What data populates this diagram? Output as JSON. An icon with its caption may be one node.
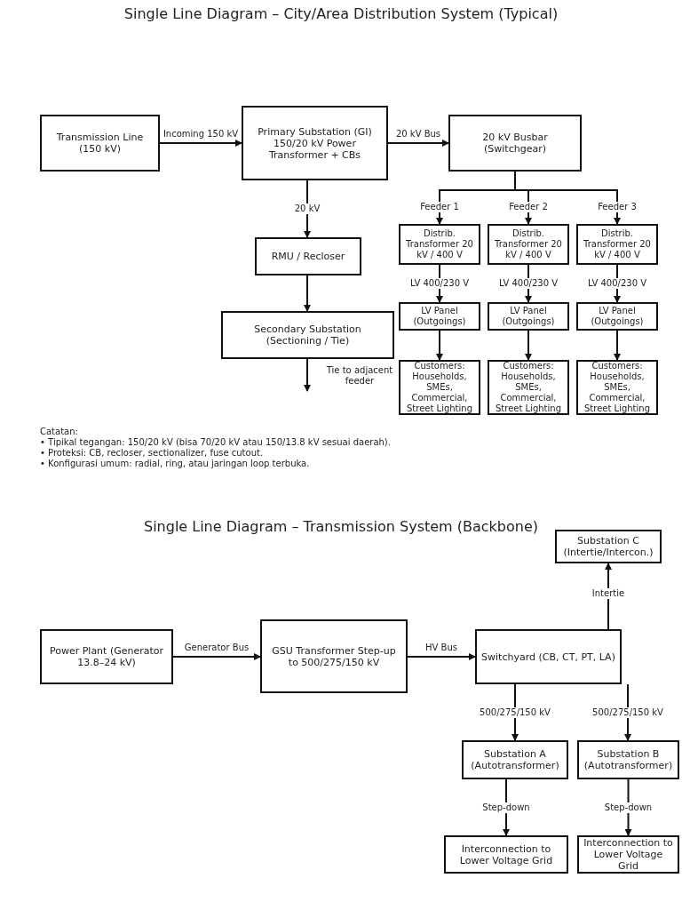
{
  "diagram": {
    "title": "Single Line Diagram – City/Area Distribution System (Typical)",
    "nodes": [
      {
        "text": [
          "Transmission Line (150 kV)"
        ]
      },
      {
        "text": [
          "Primary Substation (GI) 150/20 kV Power Transformer + CBs"
        ]
      },
      {
        "text": [
          "20 kV Busbar (Switchgear)"
        ]
      },
      {
        "text": [
          "RMU / Recloser"
        ]
      },
      {
        "text": [
          "Secondary Substation (Sectioning / Tie)"
        ]
      },
      {
        "text": [
          "Distrib. Transformer 20 kV / 400 V"
        ]
      },
      {
        "text": [
          "Distrib. Transformer 20 kV / 400 V"
        ]
      },
      {
        "text": [
          "Distrib. Transformer 20 kV / 400 V"
        ]
      },
      {
        "text": [
          "LV Panel (Outgoings)"
        ]
      },
      {
        "text": [
          "LV Panel (Outgoings)"
        ]
      },
      {
        "text": [
          "LV Panel (Outgoings)"
        ]
      },
      {
        "text": [
          "Customers: Households, SMEs, Commercial, Street Lighting"
        ]
      },
      {
        "text": [
          "Customers: Households, SMEs, Commercial, Street Lighting"
        ]
      },
      {
        "text": [
          "Customers: Households, SMEs, Commercial, Street Lighting"
        ]
      },
      {
        "text": [
          "Substation C (Intertie/Intercon.)"
        ]
      },
      {
        "text": [
          "Power Plant (Generator 13.8–24 kV)"
        ]
      },
      {
        "text": [
          "GSU Transformer Step-up to 500/275/150 kV"
        ]
      },
      {
        "text": [
          "Switchyard (CB, CT, PT, LA)"
        ]
      },
      {
        "text": [
          "Substation A (Autotransformer)"
        ]
      },
      {
        "text": [
          "Substation B (Autotransformer)"
        ]
      },
      {
        "text": [
          "Interconnection to Lower Voltage Grid"
        ]
      },
      {
        "text": [
          "Interconnection to Lower Voltage Grid"
        ]
      }
    ],
    "edges": [
      {
        "from": 0,
        "to": 1,
        "arrow": "to",
        "label": "Incoming 150 kV"
      },
      {
        "from": 1,
        "to": 2,
        "arrow": "to",
        "label": "20 kV Bus"
      },
      {
        "from": 1,
        "to": 3,
        "arrow": "to",
        "label": "20 kV"
      },
      {
        "from": 3,
        "to": 4,
        "arrow": "to"
      },
      {
        "from": 4,
        "to": null,
        "arrow": "to",
        "label": "Tie to adjacent feeder"
      },
      {
        "from": 2,
        "to": 5,
        "arrow": "to",
        "label": "Feeder 1"
      },
      {
        "from": 2,
        "to": 6,
        "arrow": "to",
        "label": "Feeder 2"
      },
      {
        "from": 2,
        "to": 7,
        "arrow": "to",
        "label": "Feeder 3"
      },
      {
        "from": 5,
        "to": 8,
        "arrow": "to",
        "label": "LV 400/230 V"
      },
      {
        "from": 6,
        "to": 9,
        "arrow": "to",
        "label": "LV 400/230 V"
      },
      {
        "from": 7,
        "to": 10,
        "arrow": "to",
        "label": "LV 400/230 V"
      },
      {
        "from": 8,
        "to": 11,
        "arrow": "to"
      },
      {
        "from": 9,
        "to": 12,
        "arrow": "to"
      },
      {
        "from": 10,
        "to": 13,
        "arrow": "to"
      },
      {
        "from": 15,
        "to": 16,
        "arrow": "to",
        "label": "Generator Bus"
      },
      {
        "from": 16,
        "to": 17,
        "arrow": "to",
        "label": "HV Bus"
      },
      {
        "from": 17,
        "to": 14,
        "arrow": "to",
        "label": "Intertie"
      },
      {
        "from": 17,
        "to": 18,
        "arrow": "to",
        "label": "500/275/150 kV"
      },
      {
        "from": 17,
        "to": 19,
        "arrow": "to",
        "label": "500/275/150 kV"
      },
      {
        "from": 18,
        "to": 20,
        "arrow": "to",
        "label": "Step-down"
      },
      {
        "from": 19,
        "to": 21,
        "arrow": "to",
        "label": "Step-down"
      }
    ],
    "labels": [
      "Single Line Diagram – Transmission System (Backbone)",
      "Catatan:",
      "• Tipikal tegangan: 150/20 kV (bisa 70/20 kV atau 150/13.8 kV sesuai daerah).",
      "• Proteksi: CB, recloser, sectionalizer, fuse cutout.",
      "• Konfigurasi umum: radial, ring, atau jaringan loop terbuka."
    ]
  }
}
